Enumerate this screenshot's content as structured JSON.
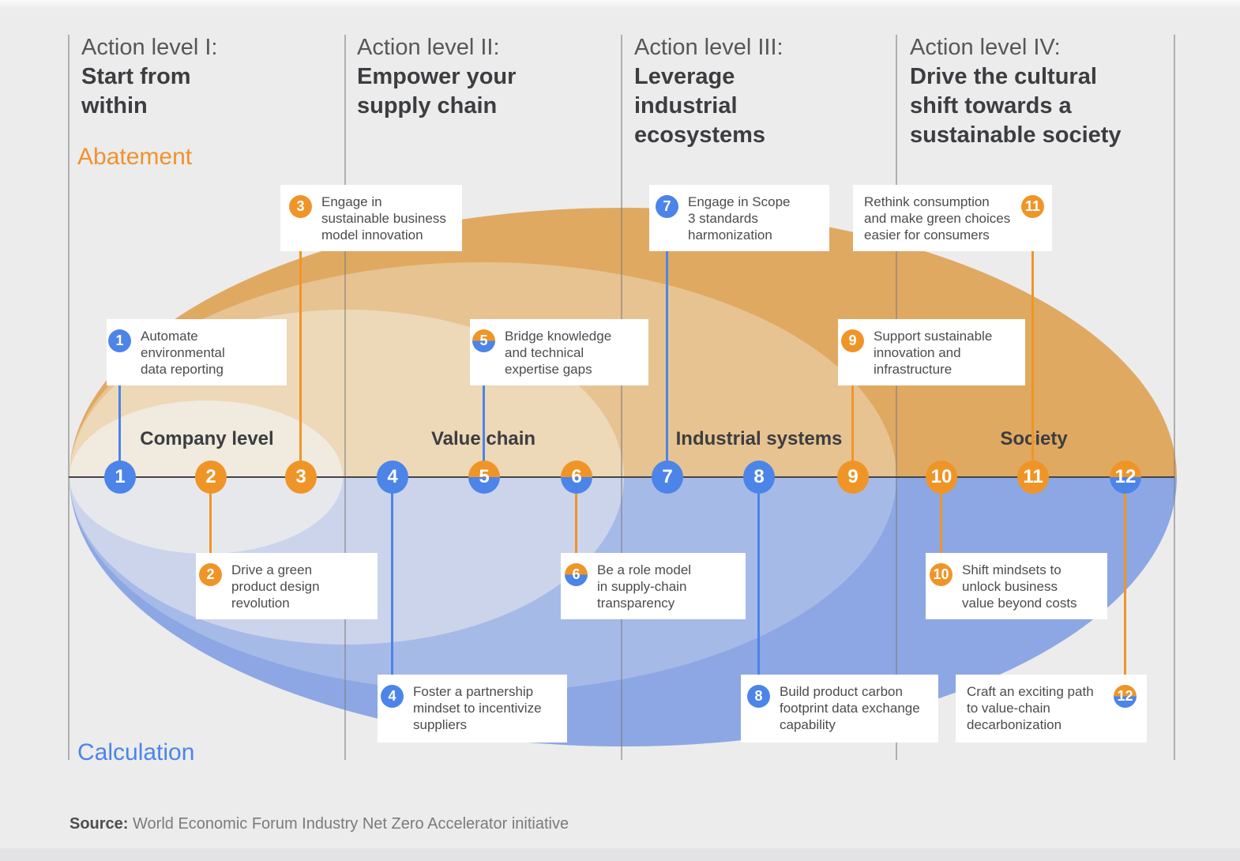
{
  "title_columns": [
    {
      "eyebrow": "Action level I:",
      "title": "Start from\nwithin"
    },
    {
      "eyebrow": "Action level II:",
      "title": "Empower your\nsupply chain"
    },
    {
      "eyebrow": "Action level III:",
      "title": "Leverage\nindustrial\necosystems"
    },
    {
      "eyebrow": "Action level IV:",
      "title": "Drive the cultural\nshift towards a\nsustainable society"
    }
  ],
  "axis": {
    "abatement_label": "Abatement",
    "calculation_label": "Calculation",
    "levels": [
      "Company level",
      "Value chain",
      "Industrial systems",
      "Society"
    ]
  },
  "markers": [
    {
      "num": "1",
      "tone": "blue"
    },
    {
      "num": "2",
      "tone": "orange"
    },
    {
      "num": "3",
      "tone": "orange"
    },
    {
      "num": "4",
      "tone": "blue"
    },
    {
      "num": "5",
      "tone": "split"
    },
    {
      "num": "6",
      "tone": "split"
    },
    {
      "num": "7",
      "tone": "blue"
    },
    {
      "num": "8",
      "tone": "blue"
    },
    {
      "num": "9",
      "tone": "orange"
    },
    {
      "num": "10",
      "tone": "orange"
    },
    {
      "num": "11",
      "tone": "orange"
    },
    {
      "num": "12",
      "tone": "split"
    }
  ],
  "callouts": [
    {
      "num": "1",
      "tone": "blue",
      "text": "Automate\nenvironmental\ndata reporting"
    },
    {
      "num": "2",
      "tone": "orange",
      "text": "Drive a green\nproduct design\nrevolution"
    },
    {
      "num": "3",
      "tone": "orange",
      "text": "Engage in\nsustainable business\nmodel innovation"
    },
    {
      "num": "4",
      "tone": "blue",
      "text": "Foster a partnership\nmindset to incentivize\nsuppliers"
    },
    {
      "num": "5",
      "tone": "split",
      "text": "Bridge knowledge\nand technical\nexpertise gaps"
    },
    {
      "num": "6",
      "tone": "split",
      "text": "Be a role model\nin supply-chain\ntransparency"
    },
    {
      "num": "7",
      "tone": "blue",
      "text": "Engage in Scope\n3 standards\nharmonization"
    },
    {
      "num": "8",
      "tone": "blue",
      "text": "Build product carbon\nfootprint data exchange\ncapability"
    },
    {
      "num": "9",
      "tone": "orange",
      "text": "Support sustainable\ninnovation and\ninfrastructure"
    },
    {
      "num": "10",
      "tone": "orange",
      "text": "Shift mindsets to\nunlock business\nvalue beyond costs"
    },
    {
      "num": "11",
      "tone": "orange",
      "text": "Rethink consumption\nand make green choices\neasier for consumers"
    },
    {
      "num": "12",
      "tone": "split",
      "text": "Craft an exciting path\nto value-chain\ndecarbonization"
    }
  ],
  "source": {
    "label": "Source:",
    "text": " World Economic Forum Industry Net Zero Accelerator initiative"
  },
  "colors": {
    "orange": "#EF9528",
    "blue": "#4C84E8",
    "abatement": "#F0922F",
    "calculation": "#4C84E8",
    "scopetop": [
      "#F0EADF",
      "#EDD8B8",
      "#E7C391",
      "#E0A961"
    ],
    "scopebottom": [
      "#E7E8EC",
      "#CBD4EB",
      "#A6BAE8",
      "#8CA7E3"
    ]
  }
}
